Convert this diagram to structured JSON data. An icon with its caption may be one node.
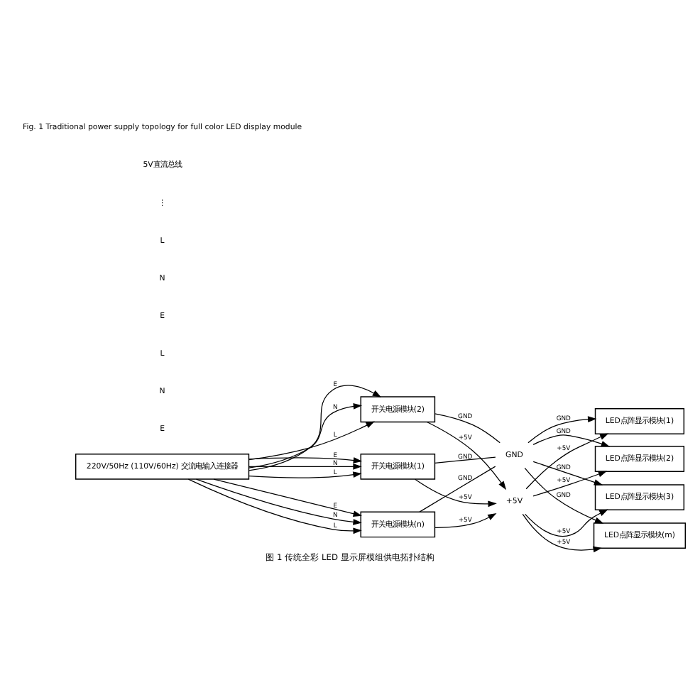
{
  "diagram": {
    "caption": "图 1 传统全彩 LED 显示屏模组供电拓扑结构",
    "nodes": [
      {
        "text": [
          "220V/50Hz (110V/60Hz) 交流电输入连接器"
        ]
      },
      {
        "text": [
          "开关电源模块(1)"
        ]
      },
      {
        "text": [
          "开关电源模块(2)"
        ]
      },
      {
        "text": [
          "开关电源模块(n)"
        ]
      },
      {
        "text": [
          "+5V"
        ]
      },
      {
        "text": [
          "GND"
        ]
      },
      {
        "text": [
          "LED点阵显示模块(1)"
        ]
      },
      {
        "text": [
          "LED点阵显示模块(2)"
        ]
      },
      {
        "text": [
          "LED点阵显示模块(3)"
        ]
      },
      {
        "text": [
          "LED点阵显示模块(m)"
        ]
      }
    ],
    "edges": [
      {
        "from": 0,
        "to": 1,
        "arrow": "to",
        "label": "E"
      },
      {
        "from": 0,
        "to": 1,
        "arrow": "to",
        "label": "N"
      },
      {
        "from": 0,
        "to": 1,
        "arrow": "to",
        "label": "L"
      },
      {
        "from": 0,
        "to": 2,
        "arrow": "to",
        "label": "E"
      },
      {
        "from": 0,
        "to": 2,
        "arrow": "to",
        "label": "N"
      },
      {
        "from": 0,
        "to": 2,
        "arrow": "to",
        "label": "L"
      },
      {
        "from": 0,
        "to": 3,
        "arrow": "to",
        "label": "E"
      },
      {
        "from": 0,
        "to": 3,
        "arrow": "to",
        "label": "N"
      },
      {
        "from": 0,
        "to": 3,
        "arrow": "to",
        "label": "L"
      },
      {
        "from": 1,
        "to": 4,
        "arrow": "to",
        "label": "+5V"
      },
      {
        "from": 1,
        "to": 5,
        "arrow": "none",
        "label": "GND"
      },
      {
        "from": 2,
        "to": 4,
        "arrow": "to",
        "label": "+5V"
      },
      {
        "from": 2,
        "to": 5,
        "arrow": "none",
        "label": "GND"
      },
      {
        "from": 3,
        "to": 4,
        "arrow": "to",
        "label": "+5V"
      },
      {
        "from": 3,
        "to": 5,
        "arrow": "none",
        "label": "GND"
      },
      {
        "from": 4,
        "to": 6,
        "arrow": "to",
        "label": "+5V"
      },
      {
        "from": 5,
        "to": 6,
        "arrow": "to",
        "label": "GND"
      },
      {
        "from": 4,
        "to": 7,
        "arrow": "to",
        "label": "+5V"
      },
      {
        "from": 5,
        "to": 7,
        "arrow": "to",
        "label": "GND"
      },
      {
        "from": 4,
        "to": 8,
        "arrow": "to",
        "label": "+5V"
      },
      {
        "from": 5,
        "to": 8,
        "arrow": "to",
        "label": "GND"
      },
      {
        "from": 4,
        "to": 9,
        "arrow": "to",
        "label": "+5V"
      },
      {
        "from": 5,
        "to": 9,
        "arrow": "to",
        "label": "GND"
      }
    ],
    "labels": [
      "E",
      "N",
      "L",
      "E",
      "N",
      "L",
      "⋮",
      "5V直流总线",
      "Fig. 1 Traditional power supply topology for full color LED display module"
    ]
  }
}
